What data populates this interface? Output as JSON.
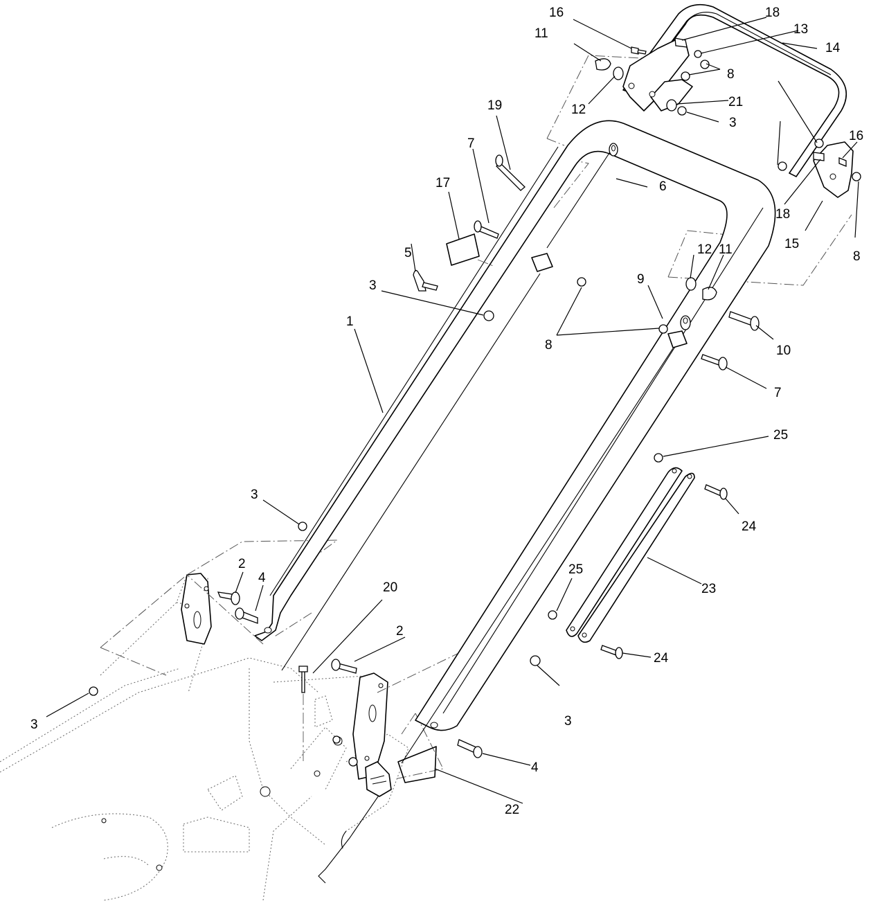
{
  "callouts": [
    {
      "id": "c1",
      "text": "1"
    },
    {
      "id": "c2a",
      "text": "2"
    },
    {
      "id": "c2b",
      "text": "2"
    },
    {
      "id": "c3a",
      "text": "3"
    },
    {
      "id": "c3b",
      "text": "3"
    },
    {
      "id": "c3c",
      "text": "3"
    },
    {
      "id": "c3d",
      "text": "3"
    },
    {
      "id": "c3e",
      "text": "3"
    },
    {
      "id": "c4a",
      "text": "4"
    },
    {
      "id": "c4b",
      "text": "4"
    },
    {
      "id": "c5",
      "text": "5"
    },
    {
      "id": "c6",
      "text": "6"
    },
    {
      "id": "c7a",
      "text": "7"
    },
    {
      "id": "c7b",
      "text": "7"
    },
    {
      "id": "c8a",
      "text": "8"
    },
    {
      "id": "c8b",
      "text": "8"
    },
    {
      "id": "c8c",
      "text": "8"
    },
    {
      "id": "c9",
      "text": "9"
    },
    {
      "id": "c10",
      "text": "10"
    },
    {
      "id": "c11a",
      "text": "11"
    },
    {
      "id": "c11b",
      "text": "11"
    },
    {
      "id": "c12a",
      "text": "12"
    },
    {
      "id": "c12b",
      "text": "12"
    },
    {
      "id": "c13",
      "text": "13"
    },
    {
      "id": "c14",
      "text": "14"
    },
    {
      "id": "c15",
      "text": "15"
    },
    {
      "id": "c16a",
      "text": "16"
    },
    {
      "id": "c16b",
      "text": "16"
    },
    {
      "id": "c17",
      "text": "17"
    },
    {
      "id": "c18a",
      "text": "18"
    },
    {
      "id": "c18b",
      "text": "18"
    },
    {
      "id": "c19",
      "text": "19"
    },
    {
      "id": "c20",
      "text": "20"
    },
    {
      "id": "c21",
      "text": "21"
    },
    {
      "id": "c22",
      "text": "22"
    },
    {
      "id": "c23",
      "text": "23"
    },
    {
      "id": "c24a",
      "text": "24"
    },
    {
      "id": "c24b",
      "text": "24"
    },
    {
      "id": "c25a",
      "text": "25"
    },
    {
      "id": "c25b",
      "text": "25"
    }
  ]
}
